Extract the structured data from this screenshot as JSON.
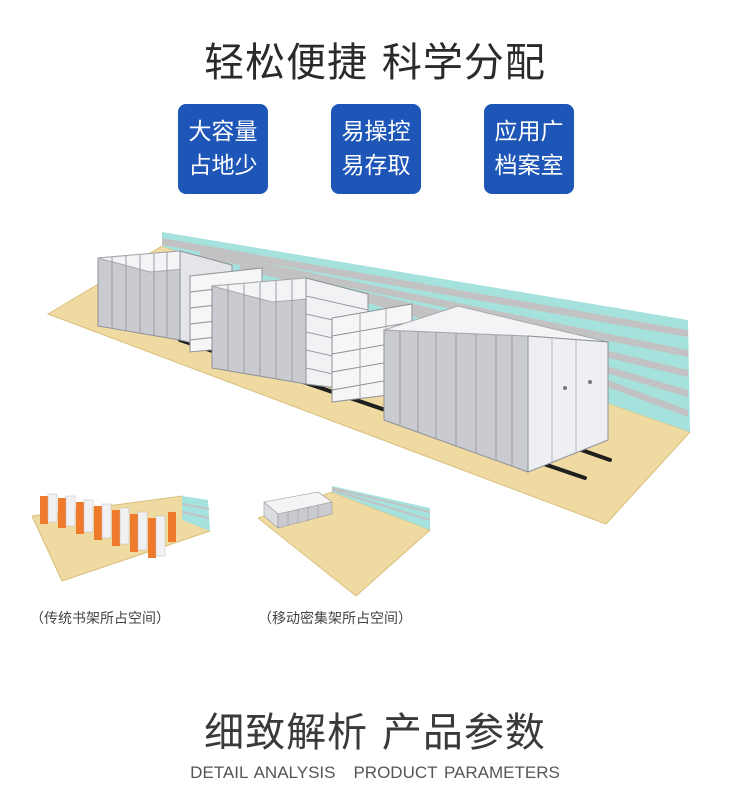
{
  "headline": "轻松便捷 科学分配",
  "badges": [
    {
      "line1": "大容量",
      "line2": "占地少"
    },
    {
      "line1": "易操控",
      "line2": "易存取"
    },
    {
      "line1": "应用广",
      "line2": "档案室"
    }
  ],
  "captions": {
    "traditional": "（传统书架所占空间）",
    "mobile": "（移动密集架所占空间）"
  },
  "footer": {
    "title": "细致解析 产品参数",
    "sub_left": "DETAIL ANALYSIS",
    "sub_right": "PRODUCT PARAMETERS"
  },
  "colors": {
    "badge_blue": "#1e56b8",
    "floor": "#efdaa2",
    "wall_teal": "#a6e2dd",
    "wall_stripe": "#c2c2c2",
    "shelf_white": "#f4f4f6",
    "shelf_grey": "#c9cbd1",
    "shelf_orange": "#ef7a2b"
  }
}
